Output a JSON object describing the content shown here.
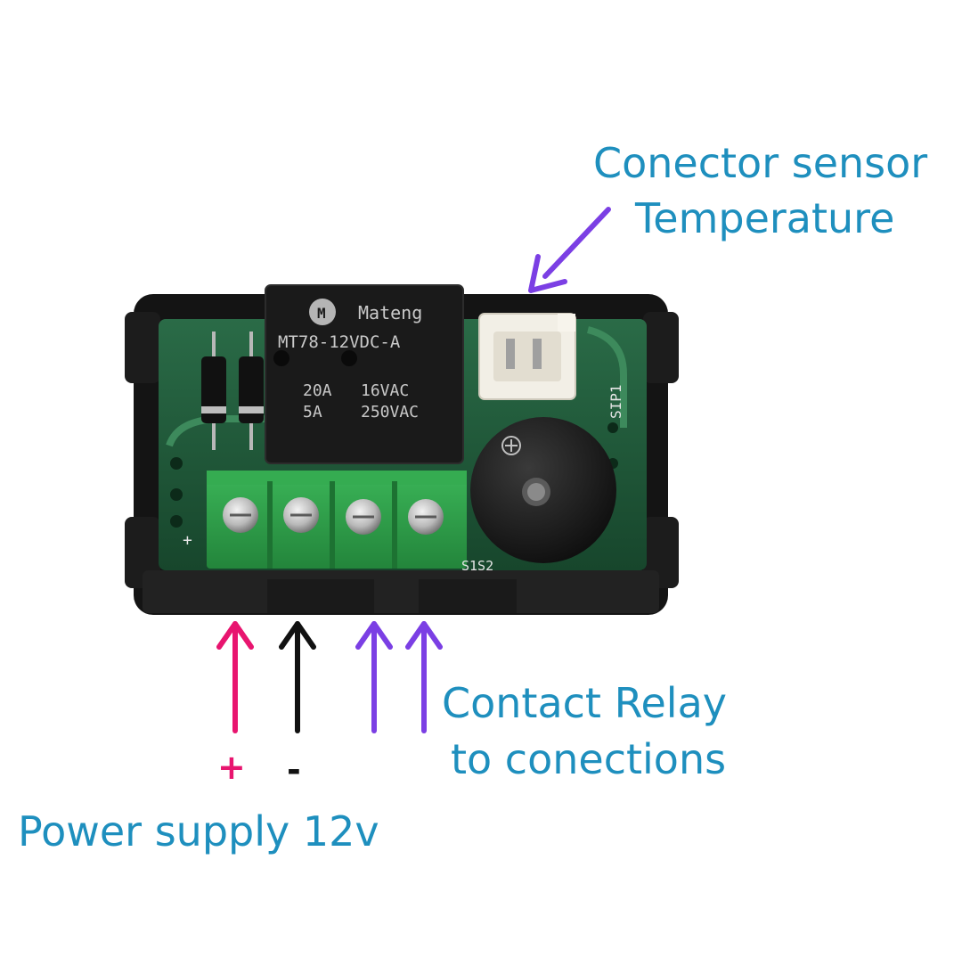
{
  "labels": {
    "sensor_connector_line1": "Conector sensor",
    "sensor_connector_line2": "Temperature",
    "relay_contact_line1": "Contact Relay",
    "relay_contact_line2": "to conections",
    "power_supply": "Power supply 12v",
    "plus": "+",
    "minus": "-"
  },
  "relay": {
    "brand": "Mateng",
    "model": "MT78-12VDC-A",
    "rating_current_1": "20A",
    "rating_voltage_1": "16VAC",
    "rating_current_2": "5A",
    "rating_voltage_2": "250VAC"
  },
  "pcb": {
    "connector_mark": "SIP1",
    "terminal_mark": "S1S2",
    "plus_mark": "+"
  },
  "colors": {
    "label_text": "#1e8fbe",
    "plus_arrow": "#e8156f",
    "minus_arrow": "#111111",
    "relay_arrow": "#7b3fe4",
    "sensor_arrow": "#7b3fe4",
    "pcb_green": "#1f5a3a",
    "terminal_green": "#2fa24a"
  }
}
